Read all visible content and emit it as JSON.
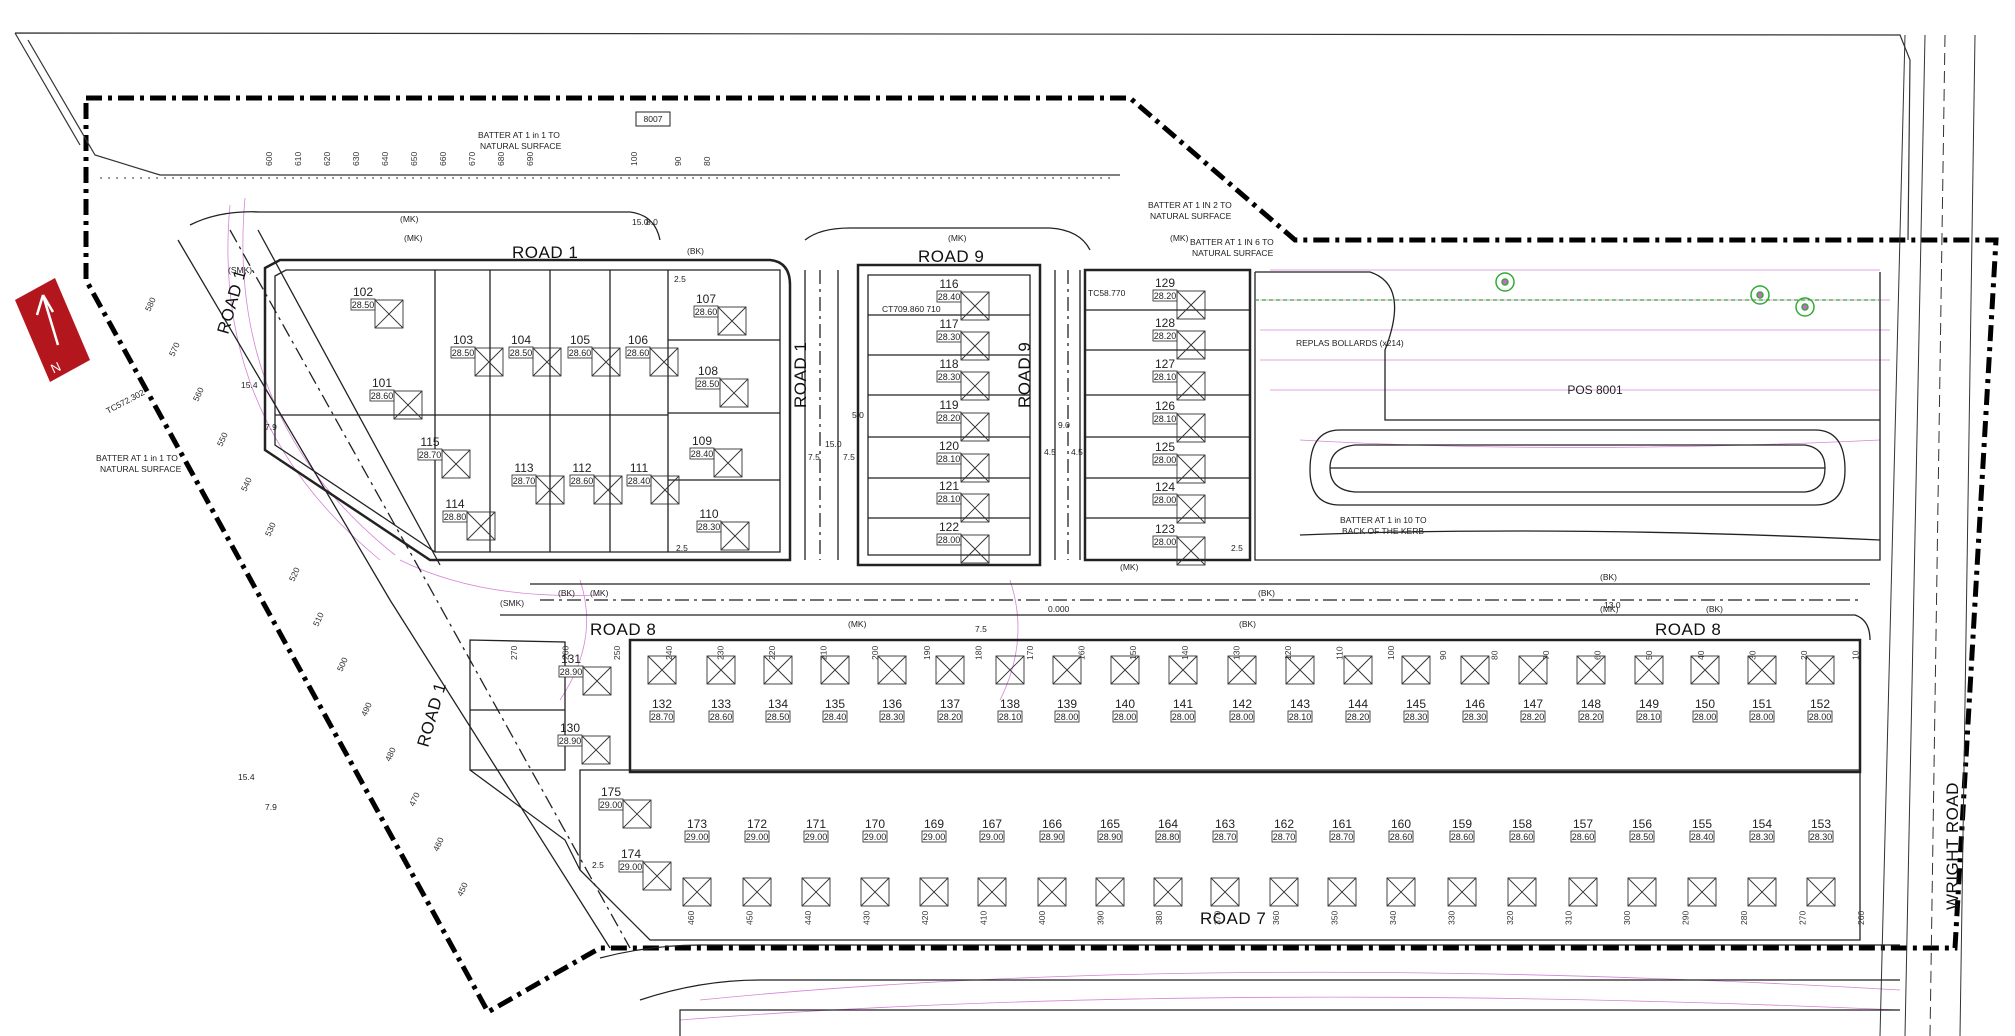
{
  "colors": {
    "lines": "#222222",
    "contours": "#cc66cc",
    "boundary": "#000000",
    "north_arrow": "#b3171d",
    "green_features": "#33aa33"
  },
  "north_label": "N",
  "roads": {
    "road1_top": "ROAD 1",
    "road1_left": "ROAD 1",
    "road1_mid": "ROAD 1",
    "road1_lower": "ROAD 1",
    "road9_top": "ROAD 9",
    "road9_side": "ROAD 9",
    "road8_left": "ROAD 8",
    "road8_right": "ROAD 8",
    "road7": "ROAD 7",
    "wright_road": "WRIGHT ROAD"
  },
  "parcel_8007": "8007",
  "pos": "POS 8001",
  "notes": {
    "batter_top": [
      "BATTER AT 1 in 1 TO",
      "NATURAL SURFACE"
    ],
    "batter_left": [
      "BATTER AT 1 in 1 TO",
      "NATURAL SURFACE"
    ],
    "batter_2": [
      "BATTER AT 1 IN 2 TO",
      "NATURAL SURFACE"
    ],
    "batter_6": [
      "BATTER AT 1 IN 6 TO",
      "NATURAL SURFACE"
    ],
    "bollards": "REPLAS BOLLARDS (x214)",
    "batter_10": [
      "BATTER AT 1 in 10 TO",
      "BACK OF THE KERB"
    ],
    "tc572": "TC572.302",
    "tc58": "TC58.770",
    "ct709": "CT709.860 710",
    "rl0": "0.000"
  },
  "lots": [
    {
      "n": "102",
      "l": "28.50"
    },
    {
      "n": "101",
      "l": "28.60"
    },
    {
      "n": "103",
      "l": "28.50"
    },
    {
      "n": "104",
      "l": "28.50"
    },
    {
      "n": "105",
      "l": "28.60"
    },
    {
      "n": "106",
      "l": "28.60"
    },
    {
      "n": "107",
      "l": "28.60"
    },
    {
      "n": "108",
      "l": "28.50"
    },
    {
      "n": "109",
      "l": "28.40"
    },
    {
      "n": "110",
      "l": "28.30"
    },
    {
      "n": "115",
      "l": "28.70"
    },
    {
      "n": "114",
      "l": "28.80"
    },
    {
      "n": "113",
      "l": "28.70"
    },
    {
      "n": "112",
      "l": "28.60"
    },
    {
      "n": "111",
      "l": "28.40"
    },
    {
      "n": "116",
      "l": "28.40"
    },
    {
      "n": "117",
      "l": "28.30"
    },
    {
      "n": "118",
      "l": "28.30"
    },
    {
      "n": "119",
      "l": "28.20"
    },
    {
      "n": "120",
      "l": "28.10"
    },
    {
      "n": "121",
      "l": "28.10"
    },
    {
      "n": "122",
      "l": "28.00"
    },
    {
      "n": "129",
      "l": "28.20"
    },
    {
      "n": "128",
      "l": "28.20"
    },
    {
      "n": "127",
      "l": "28.10"
    },
    {
      "n": "126",
      "l": "28.10"
    },
    {
      "n": "125",
      "l": "28.00"
    },
    {
      "n": "124",
      "l": "28.00"
    },
    {
      "n": "123",
      "l": "28.00"
    },
    {
      "n": "131",
      "l": "28.90"
    },
    {
      "n": "130",
      "l": "28.90"
    },
    {
      "n": "175",
      "l": "29.00"
    },
    {
      "n": "174",
      "l": "29.00"
    },
    {
      "n": "132",
      "l": "28.70"
    },
    {
      "n": "133",
      "l": "28.60"
    },
    {
      "n": "134",
      "l": "28.50"
    },
    {
      "n": "135",
      "l": "28.40"
    },
    {
      "n": "136",
      "l": "28.30"
    },
    {
      "n": "137",
      "l": "28.20"
    },
    {
      "n": "138",
      "l": "28.10"
    },
    {
      "n": "139",
      "l": "28.00"
    },
    {
      "n": "140",
      "l": "28.00"
    },
    {
      "n": "141",
      "l": "28.00"
    },
    {
      "n": "142",
      "l": "28.00"
    },
    {
      "n": "143",
      "l": "28.10"
    },
    {
      "n": "144",
      "l": "28.20"
    },
    {
      "n": "145",
      "l": "28.30"
    },
    {
      "n": "146",
      "l": "28.30"
    },
    {
      "n": "147",
      "l": "28.20"
    },
    {
      "n": "148",
      "l": "28.20"
    },
    {
      "n": "149",
      "l": "28.10"
    },
    {
      "n": "150",
      "l": "28.00"
    },
    {
      "n": "151",
      "l": "28.00"
    },
    {
      "n": "152",
      "l": "28.00"
    },
    {
      "n": "173",
      "l": "29.00"
    },
    {
      "n": "172",
      "l": "29.00"
    },
    {
      "n": "171",
      "l": "29.00"
    },
    {
      "n": "170",
      "l": "29.00"
    },
    {
      "n": "169",
      "l": "29.00"
    },
    {
      "n": "167",
      "l": "29.00"
    },
    {
      "n": "166",
      "l": "28.90"
    },
    {
      "n": "165",
      "l": "28.90"
    },
    {
      "n": "164",
      "l": "28.80"
    },
    {
      "n": "163",
      "l": "28.70"
    },
    {
      "n": "162",
      "l": "28.70"
    },
    {
      "n": "161",
      "l": "28.70"
    },
    {
      "n": "160",
      "l": "28.60"
    },
    {
      "n": "159",
      "l": "28.60"
    },
    {
      "n": "158",
      "l": "28.60"
    },
    {
      "n": "157",
      "l": "28.60"
    },
    {
      "n": "156",
      "l": "28.50"
    },
    {
      "n": "155",
      "l": "28.40"
    },
    {
      "n": "154",
      "l": "28.30"
    },
    {
      "n": "153",
      "l": "28.30"
    }
  ],
  "chainage_top": [
    "600",
    "610",
    "620",
    "630",
    "640",
    "650",
    "660",
    "670",
    "680",
    "690",
    "100",
    "90",
    "80"
  ],
  "chainage_left": [
    "580",
    "570",
    "560",
    "550",
    "540",
    "530",
    "520",
    "510",
    "500",
    "490",
    "480",
    "470",
    "460",
    "450"
  ],
  "chainage_road8": [
    "270",
    "260",
    "250",
    "240",
    "230",
    "220",
    "210",
    "200",
    "190",
    "180",
    "170",
    "160",
    "150",
    "140",
    "130",
    "120",
    "110",
    "100",
    "90",
    "80",
    "70",
    "60",
    "50",
    "40",
    "30",
    "20",
    "10"
  ],
  "chainage_road7": [
    "460",
    "450",
    "440",
    "430",
    "420",
    "410",
    "400",
    "390",
    "380",
    "370",
    "360",
    "350",
    "340",
    "330",
    "320",
    "310",
    "300",
    "290",
    "280",
    "270",
    "260"
  ],
  "dims": [
    "15.0",
    "8.0",
    "2.5",
    "15.4",
    "7.9",
    "15.0",
    "7.5",
    "7.5",
    "5.0",
    "9.0",
    "4.5",
    "4.5",
    "13.0",
    "7.5",
    "2.5",
    "2.5",
    "15.4",
    "7.9",
    "2.5"
  ],
  "tags": [
    "(MK)",
    "(MK)",
    "(BK)",
    "(SMK)",
    "(MK)",
    "(MK)",
    "(MK)",
    "(BK)",
    "(BK)",
    "(BK)",
    "(BK)",
    "(MK)",
    "(MK)",
    "(MK)",
    "(SMK)",
    "(BK)"
  ]
}
